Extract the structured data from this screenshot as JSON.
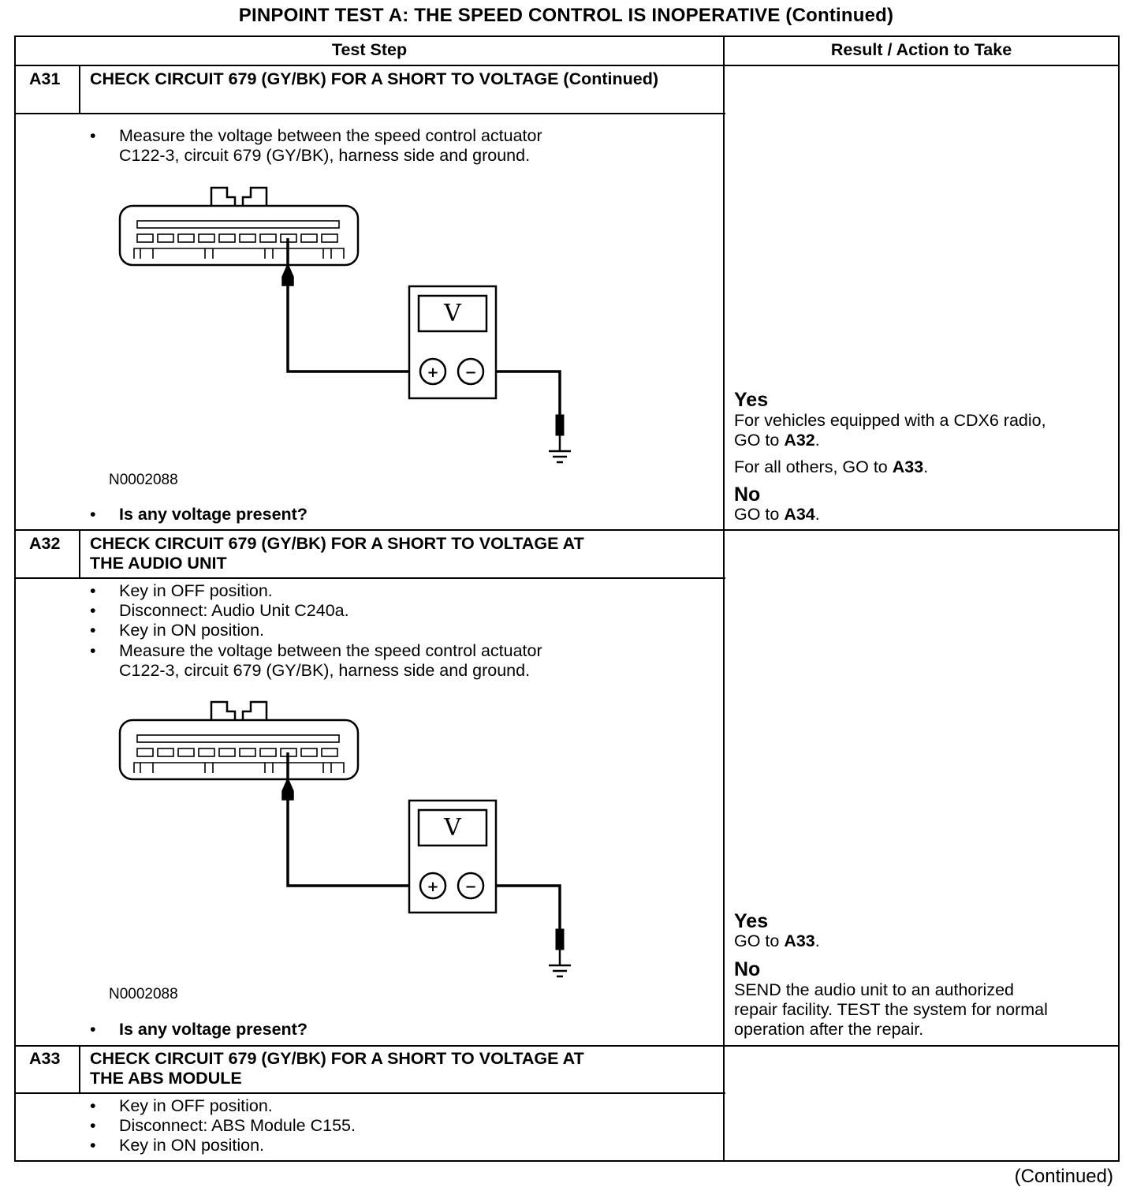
{
  "page_title": "PINPOINT TEST  A: THE SPEED CONTROL IS INOPERATIVE (Continued)",
  "headers": {
    "test_step": "Test Step",
    "result": "Result / Action to Take"
  },
  "steps": [
    {
      "id": "A31",
      "title": "CHECK CIRCUIT 679 (GY/BK) FOR A SHORT TO VOLTAGE (Continued)",
      "bullets": [
        "Measure the voltage between the speed control actuator",
        "C122-3, circuit 679 (GY/BK), harness side and ground."
      ],
      "figure": {
        "id": "N0002088",
        "meter_symbol": "V",
        "plus": "+",
        "minus": "−"
      },
      "question": "Is any voltage present?",
      "results": {
        "yes_label": "Yes",
        "yes_lines": [
          "For vehicles equipped with a CDX6 radio,"
        ],
        "yes_goto1_prefix": "GO to ",
        "yes_goto1_target": "A32",
        "yes_goto2_prefix": "For all others, GO to ",
        "yes_goto2_target": "A33",
        "no_label": "No",
        "no_goto_prefix": "GO to ",
        "no_goto_target": "A34"
      }
    },
    {
      "id": "A32",
      "title_lines": [
        "CHECK CIRCUIT 679 (GY/BK) FOR A SHORT TO VOLTAGE AT",
        "THE AUDIO UNIT"
      ],
      "bullets": [
        "Key in OFF position.",
        "Disconnect: Audio Unit C240a.",
        "Key in ON position.",
        "Measure the voltage between the speed control actuator"
      ],
      "bullet_cont": "C122-3, circuit 679 (GY/BK), harness side and ground.",
      "figure": {
        "id": "N0002088",
        "meter_symbol": "V",
        "plus": "+",
        "minus": "−"
      },
      "question": "Is any voltage present?",
      "results": {
        "yes_label": "Yes",
        "yes_goto_prefix": "GO to ",
        "yes_goto_target": "A33",
        "no_label": "No",
        "no_lines": [
          "SEND the audio unit to an authorized",
          "repair facility. TEST the system for normal",
          "operation after the repair."
        ]
      }
    },
    {
      "id": "A33",
      "title_lines": [
        "CHECK CIRCUIT 679 (GY/BK) FOR A SHORT TO VOLTAGE AT",
        "THE ABS MODULE"
      ],
      "bullets": [
        "Key in OFF position.",
        "Disconnect: ABS Module C155.",
        "Key in ON position."
      ]
    }
  ],
  "continued": "(Continued)"
}
